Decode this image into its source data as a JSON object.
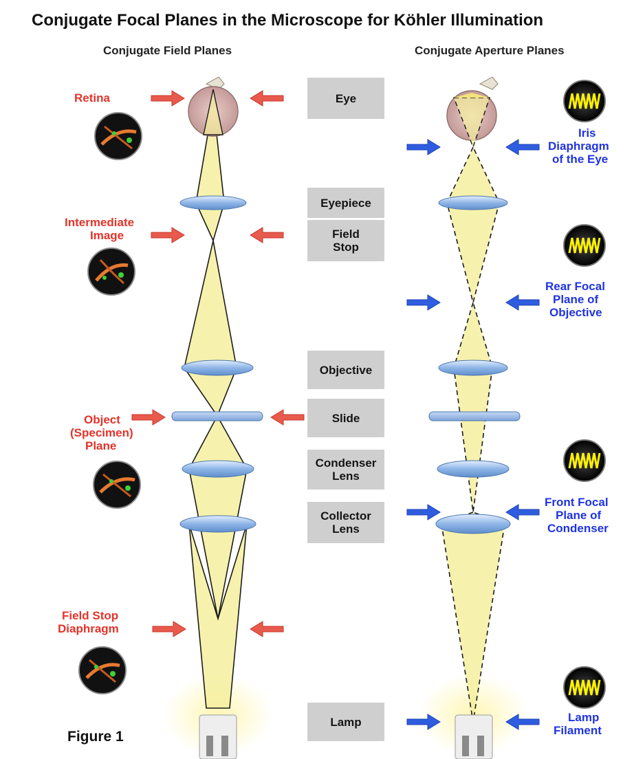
{
  "title": "Conjugate Focal Planes in the Microscope for Köhler Illumination",
  "headers": {
    "field": "Conjugate Field Planes",
    "aperture": "Conjugate Aperture Planes"
  },
  "center_labels": {
    "eye": "Eye",
    "eyepiece": "Eyepiece",
    "field_stop_1": "Field",
    "field_stop_2": "Stop",
    "objective": "Objective",
    "slide": "Slide",
    "condenser_1": "Condenser",
    "condenser_2": "Lens",
    "collector_1": "Collector",
    "collector_2": "Lens",
    "lamp": "Lamp"
  },
  "field_labels": {
    "retina": "Retina",
    "intermediate_1": "Intermediate",
    "intermediate_2": "Image",
    "object_1": "Object",
    "object_2": "(Specimen)",
    "object_3": "Plane",
    "field_stop_1": "Field Stop",
    "field_stop_2": "Diaphragm"
  },
  "aperture_labels": {
    "iris_1": "Iris",
    "iris_2": "Diaphragm",
    "iris_3": "of the Eye",
    "rear_1": "Rear Focal",
    "rear_2": "Plane of",
    "rear_3": "Objective",
    "front_1": "Front Focal",
    "front_2": "Plane of",
    "front_3": "Condenser",
    "lamp_1": "Lamp",
    "lamp_2": "Filament"
  },
  "figure_label": "Figure 1",
  "icons": {
    "field_thumbnail": "specimen-cell-icon",
    "aperture_thumbnail": "filament-coil-icon",
    "field_arrow": "red-arrow-icon",
    "aperture_arrow": "blue-arrow-icon"
  },
  "colors": {
    "field_text": "#e3332a",
    "aperture_text": "#1f33e0",
    "light_cone": "#f5ef9e",
    "lens": "#8fb5e6",
    "label_box": "#cfcfcf"
  }
}
